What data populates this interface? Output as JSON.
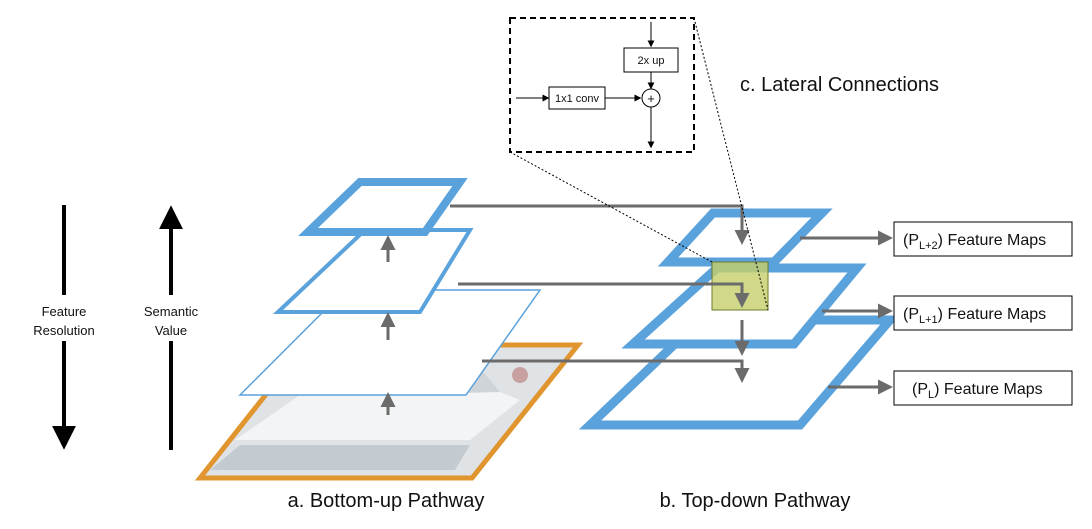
{
  "side_labels": {
    "feature_line1": "Feature",
    "feature_line2": "Resolution",
    "semantic_line1": "Semantic",
    "semantic_line2": "Value"
  },
  "captions": {
    "bottom_up": "a. Bottom-up Pathway",
    "top_down": "b. Top-down Pathway",
    "lateral": "c. Lateral Connections"
  },
  "inset": {
    "upsample_label": "2x up",
    "conv_label": "1x1 conv",
    "sum_symbol": "+"
  },
  "outputs": [
    {
      "base": "(P",
      "sub": "L+2",
      "rest": ") Feature Maps"
    },
    {
      "base": "(P",
      "sub": "L+1",
      "rest": ") Feature Maps"
    },
    {
      "base": "(P",
      "sub": "L",
      "rest": ") Feature Maps"
    }
  ],
  "colors": {
    "pyramid_blue": "#5aa2dc",
    "image_frame_orange": "#e0952f",
    "arrow_gray": "#6b6b6b",
    "highlight_olive": "#c6cf6a"
  }
}
